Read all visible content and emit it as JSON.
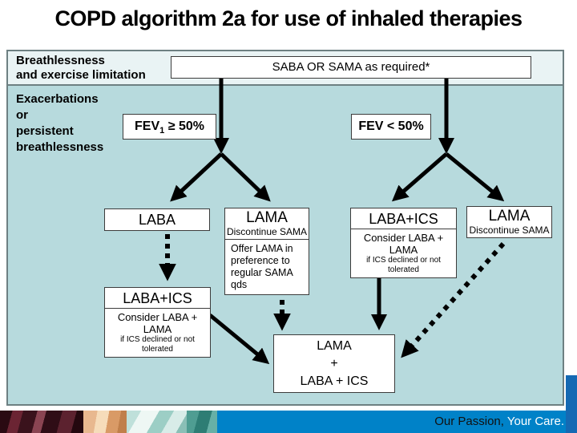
{
  "title": "COPD algorithm 2a for use of inhaled therapies",
  "panel": {
    "breathlessness_label": [
      "Breathlessness",
      "and exercise limitation"
    ],
    "saba_box": "SABA OR SAMA as required*",
    "exacerbations_label": [
      "Exacerbations",
      "or",
      "persistent",
      "breathlessness"
    ],
    "fev_high": {
      "base": "FEV",
      "subscript": "1",
      "condition": " ≥ 50%"
    },
    "fev_low": "FEV < 50%"
  },
  "boxes": {
    "laba": {
      "title": "LABA"
    },
    "lama_left": {
      "title": "LAMA",
      "note": "Discontinue SAMA",
      "detail": [
        "Offer LAMA in",
        "preference to",
        "regular SAMA qds"
      ]
    },
    "laba_ics_left": {
      "title": "LABA+ICS",
      "consider": "Consider LABA + LAMA",
      "condition": "if ICS declined or not tolerated"
    },
    "laba_ics_right": {
      "title": "LABA+ICS",
      "consider": "Consider LABA + LAMA",
      "condition": "if ICS declined or not tolerated"
    },
    "lama_right": {
      "title": "LAMA",
      "note": "Discontinue SAMA"
    },
    "combo": {
      "lines": [
        "LAMA",
        "+",
        "LABA + ICS"
      ]
    }
  },
  "footer": {
    "tagline_dark": "Our Passion,",
    "tagline_light": "Your Care."
  },
  "colors": {
    "panel_background": "#b7dadd",
    "strip_background": "#e9f3f4",
    "panel_border": "#6e8082",
    "footer_blue": "#0082c8",
    "accent_bar_blue": "#1569b3",
    "arrow": "#000000"
  }
}
